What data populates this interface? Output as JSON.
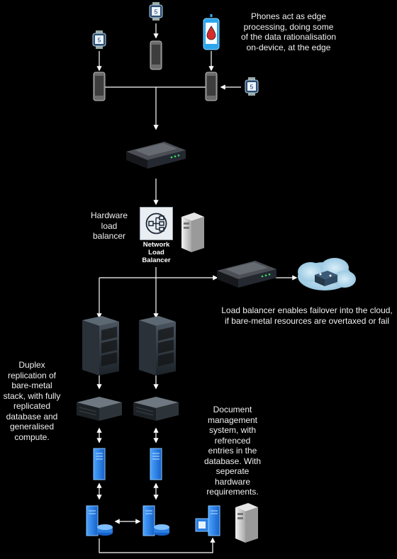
{
  "labels": {
    "edge_note": "Phones act as edge\nprocessing, doing some\nof the data rationalisation\non-device, at the edge",
    "hardware_lb": "Hardware\nload\nbalancer",
    "network_lb": "Network\nLoad\nBalancer",
    "failover_note": "Load balancer enables failover into the cloud,\nif bare-metal resources are overtaxed or fail",
    "duplex_note": "Duplex\nreplication of\nbare-metal\nstack, with fully\nreplicated\ndatabase and\ngeneralised\ncompute.",
    "dms_note": "Document\nmanagement\nsystem, with\nrefrenced\nentries in the\ndatabase. With\nseperate\nhardware\nrequirements."
  },
  "icons": {
    "smartwatch": "smartwatch-icon",
    "phone": "phone-icon",
    "blood_app_phone": "blood-drop-phone-icon",
    "router": "router-icon",
    "network_lb": "network-load-balancer-icon",
    "server_tower": "server-tower-icon",
    "server_rack": "server-rack-icon",
    "rack_unit": "rack-server-icon",
    "app_server": "app-server-icon",
    "database_server": "database-server-icon",
    "document_server": "document-server-icon",
    "cloud": "cloud-icon"
  },
  "colors": {
    "background": "#000000",
    "connector": "#ffffff",
    "text": "#f0f0f0",
    "server_blue": "#1f7be0",
    "phone_accent": "#3ab0ff"
  }
}
